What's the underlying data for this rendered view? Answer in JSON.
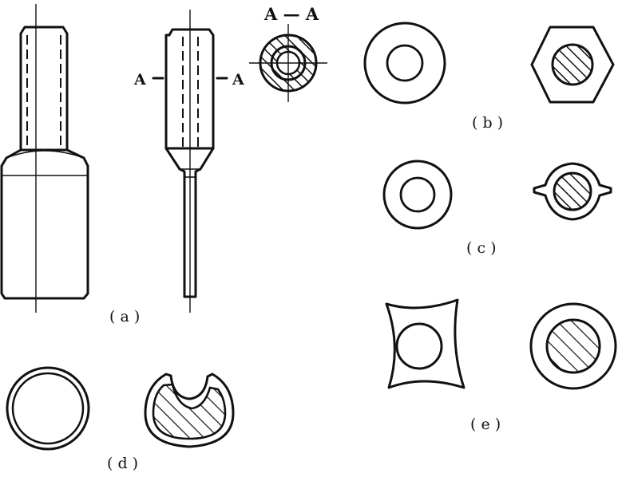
{
  "labels": {
    "a": "( a )",
    "b": "( b )",
    "c": "( c )",
    "d": "( d )",
    "e": "( e )",
    "section_title": "A — A",
    "cut_left": "A",
    "cut_right": "A"
  },
  "colors": {
    "ink": "#111111",
    "paper": "#ffffff"
  }
}
